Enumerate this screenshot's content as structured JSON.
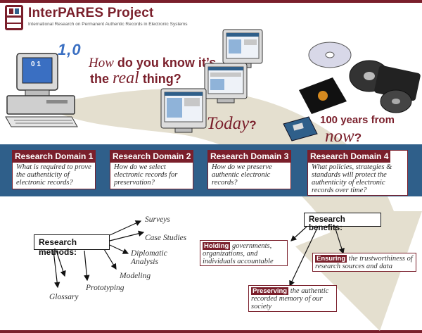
{
  "header": {
    "title": "InterPARES Project",
    "subtitle": "International Research on Permanent Authentic Records in Electronic Systems"
  },
  "headline": {
    "how": "How",
    "question_rest": "do you know it’s",
    "the": "the",
    "real": "real",
    "thing": "thing?",
    "digits_top": "0 1",
    "digits_mid": "1,0",
    "today": "Today",
    "today_q": "?",
    "future_top": "100 years from",
    "future_now": "now",
    "future_q": "?"
  },
  "domains": [
    {
      "title": "Research Domain 1",
      "question": "What is required to prove the authenticity of electronic records?"
    },
    {
      "title": "Research Domain 2",
      "question": "How do we select electronic records for preservation?"
    },
    {
      "title": "Research Domain 3",
      "question": "How do we preserve authentic electronic records?"
    },
    {
      "title": "Research Domain 4",
      "question": "What policies, strategies & standards will protect the authenticity of electronic records over time?"
    }
  ],
  "methods": {
    "label": "Research methods:",
    "items": [
      "Surveys",
      "Case Studies",
      "Diplomatic Analysis",
      "Modeling",
      "Prototyping",
      "Glossary"
    ]
  },
  "benefits": {
    "label": "Research benefits:",
    "items": [
      {
        "tag": "Holding",
        "text": "governments, organizations, and individuals accountable"
      },
      {
        "tag": "Ensuring",
        "text": "the trustworthiness of research sources and data"
      },
      {
        "tag": "Preserving",
        "text": "the authentic recorded memory of our society"
      }
    ]
  },
  "colors": {
    "maroon": "#7a1f2b",
    "blue_band": "#2f5f8a",
    "swoosh": "#e4dfcf"
  }
}
